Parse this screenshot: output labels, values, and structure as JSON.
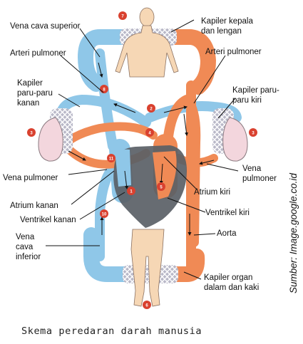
{
  "labels": {
    "vena_cava_superior": "Vena cava superior",
    "arteri_pulmoner_left": "Arteri pulmoner",
    "kapiler_paru_kanan_1": "Kapiler",
    "kapiler_paru_kanan_2": "paru-paru",
    "kapiler_paru_kanan_3": "kanan",
    "vena_pulmoner_left": "Vena pulmoner",
    "atrium_kanan": "Atrium kanan",
    "ventrikel_kanan": "Ventrikel kanan",
    "vena_cava_inferior_1": "Vena",
    "vena_cava_inferior_2": "cava",
    "vena_cava_inferior_3": "inferior",
    "kapiler_kepala_1": "Kapiler kepala",
    "kapiler_kepala_2": "dan lengan",
    "arteri_pulmoner_right": "Arteri pulmoner",
    "kapiler_paru_kiri_1": "Kapiler paru-",
    "kapiler_paru_kiri_2": "paru kiri",
    "vena_pulmoner_right_1": "Vena",
    "vena_pulmoner_right_2": "pulmoner",
    "atrium_kiri": "Atrium kiri",
    "ventrikel_kiri": "Ventrikel kiri",
    "aorta": "Aorta",
    "kapiler_organ_1": "Kapiler organ",
    "kapiler_organ_2": "dalam dan kaki"
  },
  "markers": {
    "head": "7",
    "right_lung": "3",
    "left_lung": "3",
    "legs": "6",
    "vena_cava_sup": "8",
    "pulmonary_trunk": "2",
    "aorta_arch": "4",
    "right_atrium": "11",
    "right_ventricle": "1",
    "left_ventricle": "5",
    "vena_cava_inf": "10"
  },
  "caption": "Skema peredaran darah manusia",
  "source": "Sumber: Image.google.co.id",
  "colors": {
    "oxygenated": "#f08a55",
    "deoxygenated": "#8fc7e8",
    "heart": "#5a5f66",
    "body": "#f6d7b5",
    "lung": "#f3d6dd",
    "marker": "#d9412f"
  }
}
